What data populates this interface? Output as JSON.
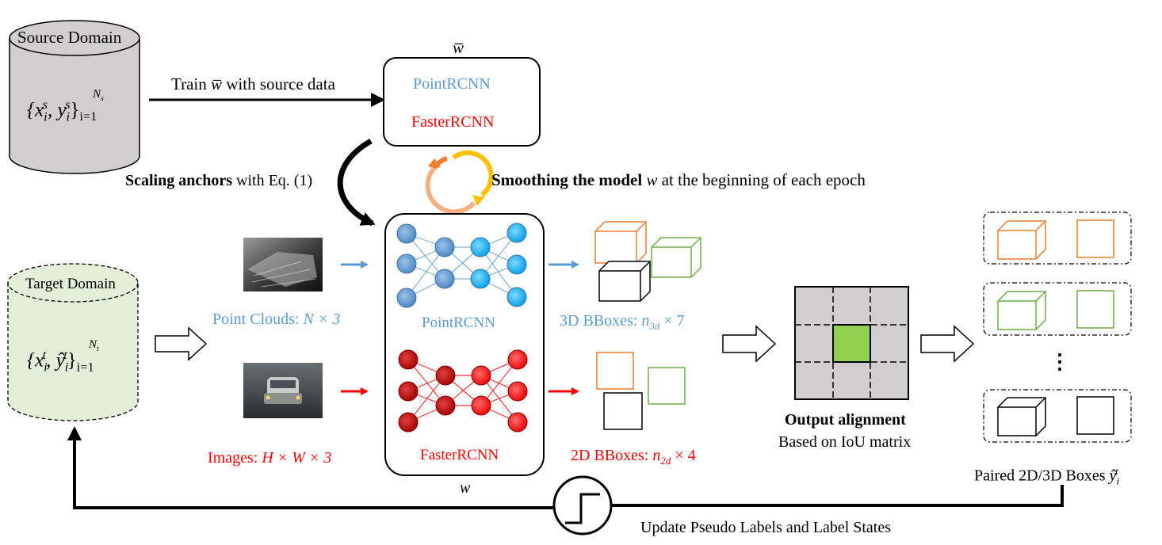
{
  "source_domain": {
    "title": "Source Domain",
    "set_symbol": "{x",
    "set_i": "i",
    "set_s": "s",
    "set_comma": ", y",
    "set_close": "}",
    "set_lower": "i=1",
    "set_upper": "N",
    "set_upper_sub": "s"
  },
  "target_domain": {
    "title": "Target Domain",
    "set_symbol": "{x",
    "set_i": "i",
    "set_t": "t",
    "set_comma": ", ŷ",
    "set_close": "}",
    "set_lower": "i=1",
    "set_upper": "N",
    "set_upper_sub": "t"
  },
  "pretrained_model": {
    "weight_symbol": "w̅",
    "model_3d": "PointRCNN",
    "model_2d": "FasterRCNN"
  },
  "train_step": {
    "prefix": "Train ",
    "symbol": "w̅",
    "suffix": " with source data"
  },
  "scaling_step": {
    "bold": "Scaling anchors",
    "rest": " with Eq. (1)"
  },
  "smoothing_step": {
    "bold": "Smoothing the model",
    "symbol": "w",
    "rest": " at the beginning of each epoch"
  },
  "student_model": {
    "weight_symbol": "w",
    "model_3d": "PointRCNN",
    "model_2d": "FasterRCNN"
  },
  "inputs": {
    "point_clouds_prefix": "Point Clouds: ",
    "point_clouds_dims": "N × 3",
    "images_prefix": "Images: ",
    "images_dims": "H × W × 3"
  },
  "outputs": {
    "bboxes_3d_prefix": "3D BBoxes: ",
    "bboxes_3d_n": "n",
    "bboxes_3d_sub": "3d",
    "bboxes_3d_dims": " × 7",
    "bboxes_2d_prefix": "2D BBoxes: ",
    "bboxes_2d_n": "n",
    "bboxes_2d_sub": "2d",
    "bboxes_2d_dims": " × 4"
  },
  "alignment": {
    "title": "Output alignment",
    "subtitle": "Based on IoU matrix"
  },
  "paired": {
    "label": "Paired 2D/3D Boxes ",
    "symbol": "ŷ",
    "sub": "i",
    "sup": "t",
    "ellipsis": "⋮"
  },
  "update_step": {
    "label": "Update Pseudo Labels and Label States"
  },
  "colors": {
    "blue": "#5b9bd5",
    "red": "#ff0000",
    "orange": "#ed7d31",
    "green": "#70ad47",
    "highlight": "#92d050",
    "grid": "#d0cece",
    "target_fill": "#e2f0d9",
    "source_fill": "#d0cece"
  }
}
